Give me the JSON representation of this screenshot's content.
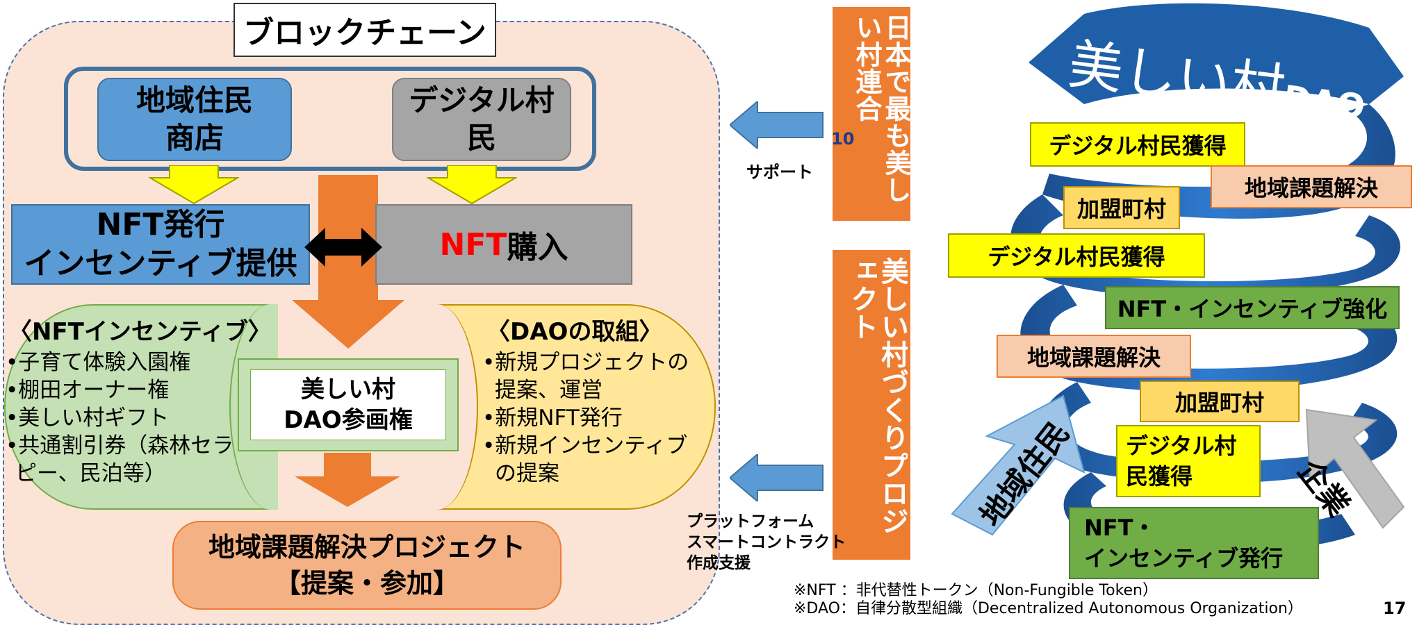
{
  "blockchain": {
    "title": "ブロックチェーン",
    "residents": [
      "地域住民",
      "商店"
    ],
    "digital_villagers": "デジタル村民",
    "nft_issue": [
      "NFT発行",
      "インセンティブ提供"
    ],
    "nft_purchase_prefix": "NFT",
    "nft_purchase_suffix": "購入",
    "nft_incentive": {
      "title": "〈NFTインセンティブ〉",
      "items": [
        "子育て体験入園権",
        "棚田オーナー権",
        "美しい村ギフト",
        "共通割引券（森林セラピー、民泊等）"
      ]
    },
    "dao_efforts": {
      "title": "〈DAOの取組〉",
      "items": [
        "新規プロジェクトの提案、運営",
        "新規NFT発行",
        "新規インセンティブの提案"
      ]
    },
    "dao_rights": [
      "美しい村",
      "DAO参画権"
    ],
    "project": [
      "地域課題解決プロジェクト",
      "【提案・参加】"
    ]
  },
  "middle": {
    "federation": "日本で最も美しい村連合",
    "federation_num": "10",
    "support": "サポート",
    "village_project": "美しい村づくりプロジェクト",
    "platform_support": [
      "プラットフォーム",
      "スマートコントラクト",
      "作成支援"
    ]
  },
  "spiral": {
    "title": "美しい村",
    "title_sub": "DAO",
    "labels": {
      "digital1": "デジタル村民獲得",
      "solve1": "地域課題解決",
      "member1": "加盟町村",
      "digital2": "デジタル村民獲得",
      "nft_strengthen": "NFT・インセンティブ強化",
      "solve2": "地域課題解決",
      "member2": "加盟町村",
      "digital3": [
        "デジタル村",
        "民獲得"
      ],
      "nft_issue": [
        "NFT・",
        "インセンティブ発行"
      ]
    },
    "residents_arrow": "地域住民",
    "companies_arrow": "企業"
  },
  "footnotes": [
    "※NFT ：非代替性トークン（Non-Fungible Token）",
    "※DAO：自律分散型組織（Decentralized  Autonomous Organization）"
  ],
  "page_number": "17",
  "colors": {
    "orange": "#ed7d31",
    "blue_box": "#5b9bd5",
    "gray_box": "#a5a5a5",
    "yellow": "#ffff00",
    "green_label": "#70ad47",
    "salmon": "#f8cbad",
    "spiral_blue": "#1f5fa8"
  }
}
